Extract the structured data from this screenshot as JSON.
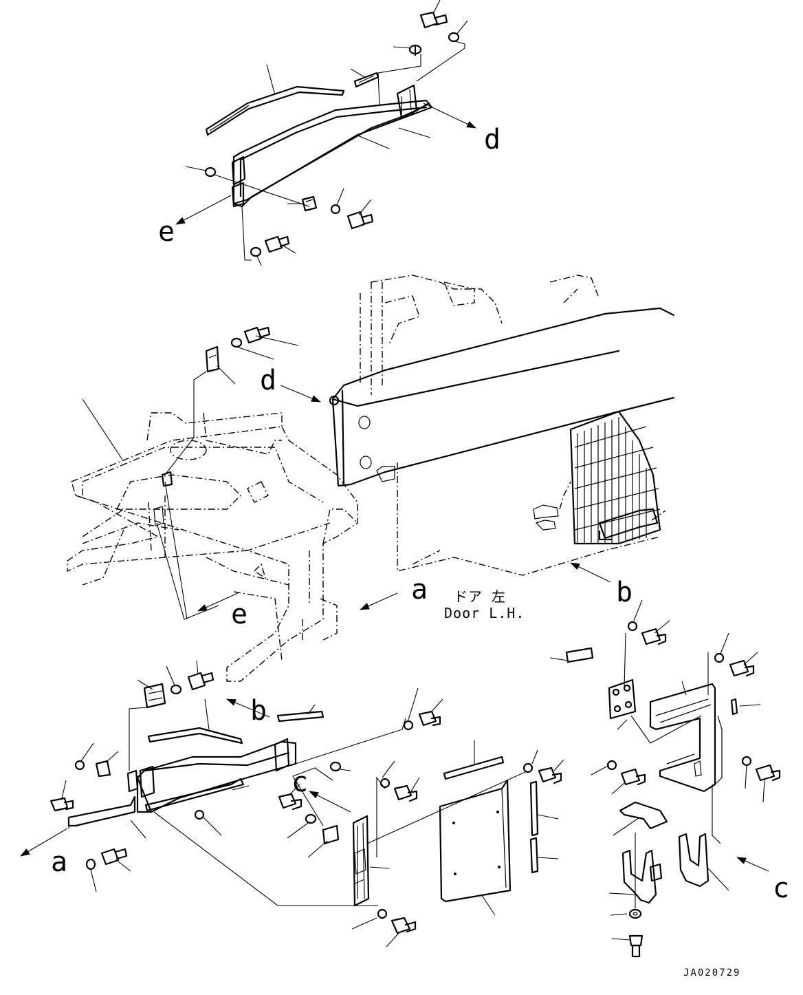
{
  "diagram": {
    "labels": {
      "a_main": "a",
      "a_bottom": "a",
      "b_main": "b",
      "b_bottom": "b",
      "c_mid": "c",
      "c_right": "c",
      "d_top": "d",
      "d_main": "d",
      "e_top": "e",
      "e_main": "e"
    },
    "door_label_jp": "ドア 左",
    "door_label_en": "Door L.H.",
    "drawing_code": "JA020729"
  }
}
